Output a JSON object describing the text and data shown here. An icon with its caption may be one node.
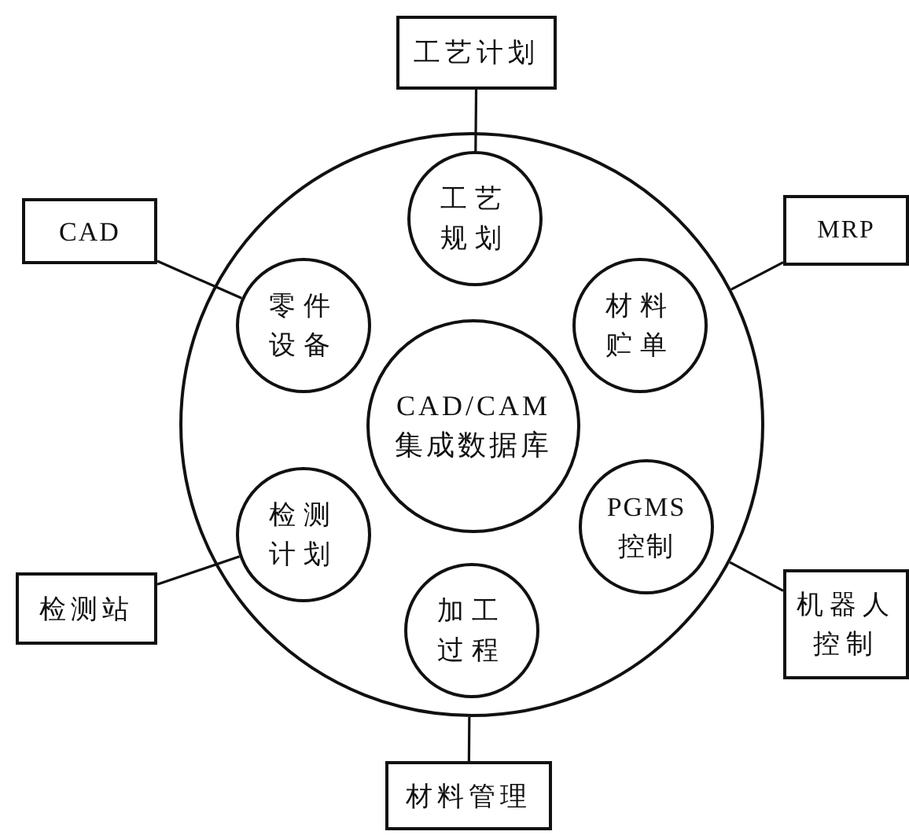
{
  "diagram": {
    "nodes": [
      {
        "text": [
          "工艺计划"
        ]
      },
      {
        "text": [
          "CAD"
        ]
      },
      {
        "text": [
          "MRP"
        ]
      },
      {
        "text": [],
        "shape": "circle"
      },
      {
        "text": [
          "工艺规划"
        ],
        "in": 3
      },
      {
        "text": [
          "零件设备"
        ],
        "in": 3
      },
      {
        "text": [
          "材料贮单"
        ],
        "in": 3
      },
      {
        "text": [
          "CAD/CAM集成数据库"
        ],
        "in": 3
      },
      {
        "text": [
          "检测计划"
        ],
        "in": 3
      },
      {
        "text": [
          "PGMS控制"
        ],
        "in": 3
      },
      {
        "text": [
          "加工过程"
        ],
        "in": 3
      },
      {
        "text": [
          "检测站"
        ]
      },
      {
        "text": [
          "机器人控制"
        ]
      },
      {
        "text": [
          "材料管理"
        ]
      }
    ],
    "edges": [
      {
        "from": 0,
        "to": 4,
        "arrow": "none"
      },
      {
        "from": 1,
        "to": 5,
        "arrow": "none"
      },
      {
        "from": 2,
        "to": 3,
        "arrow": "none"
      },
      {
        "from": 11,
        "to": 8,
        "arrow": "none"
      },
      {
        "from": 12,
        "to": 3,
        "arrow": "none"
      },
      {
        "from": 13,
        "to": 3,
        "arrow": "none"
      }
    ]
  }
}
